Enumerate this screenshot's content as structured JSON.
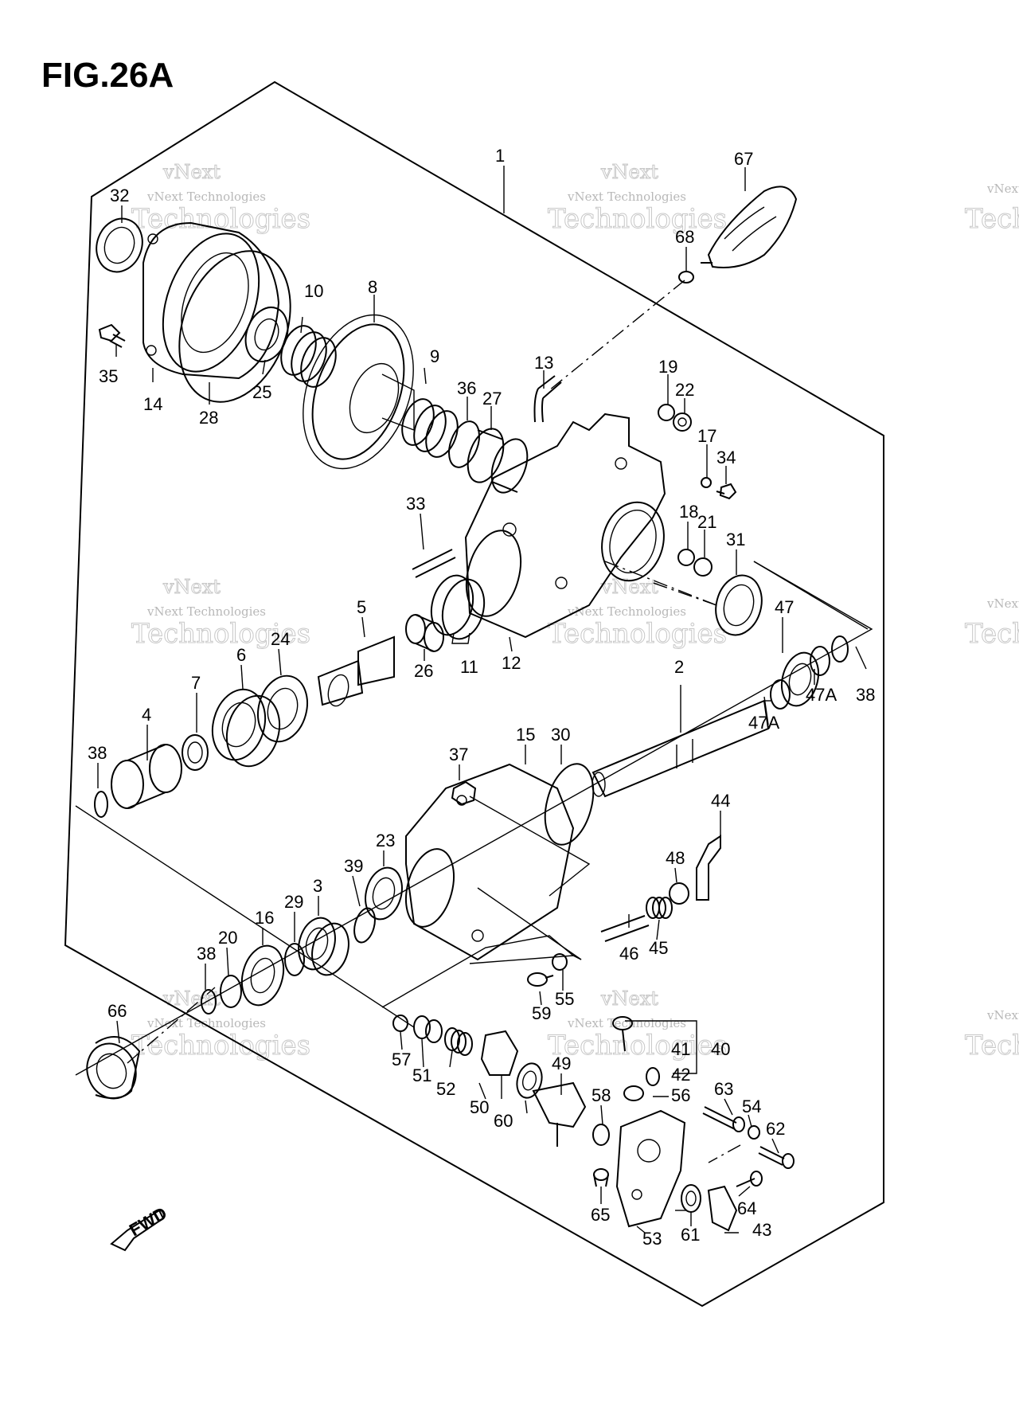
{
  "figure": {
    "title": "FIG.26A",
    "fwd_label": "FWD"
  },
  "watermark": {
    "line1": "vNext",
    "line2": "Technologies",
    "small": "vNext Technologies"
  },
  "labels": {
    "p1": "1",
    "p2": "2",
    "p3": "3",
    "p4": "4",
    "p5": "5",
    "p6": "6",
    "p7": "7",
    "p8": "8",
    "p9": "9",
    "p10": "10",
    "p11": "11",
    "p12": "12",
    "p13": "13",
    "p14": "14",
    "p15": "15",
    "p16": "16",
    "p17": "17",
    "p18": "18",
    "p19": "19",
    "p20": "20",
    "p21": "21",
    "p22": "22",
    "p23": "23",
    "p24": "24",
    "p25": "25",
    "p26": "26",
    "p27": "27",
    "p28": "28",
    "p29": "29",
    "p30": "30",
    "p31": "31",
    "p32": "32",
    "p33": "33",
    "p34": "34",
    "p35": "35",
    "p36": "36",
    "p37": "37",
    "p38a": "38",
    "p38b": "38",
    "p38c": "38",
    "p39": "39",
    "p40": "40",
    "p41": "41",
    "p42": "42",
    "p43": "43",
    "p44": "44",
    "p45": "45",
    "p46": "46",
    "p47": "47",
    "p47a1": "47A",
    "p47a2": "47A",
    "p48": "48",
    "p49": "49",
    "p50": "50",
    "p51": "51",
    "p52": "52",
    "p53": "53",
    "p54": "54",
    "p55": "55",
    "p56": "56",
    "p57": "57",
    "p58": "58",
    "p59": "59",
    "p60": "60",
    "p61": "61",
    "p62": "62",
    "p63": "63",
    "p64": "64",
    "p65": "65",
    "p66": "66",
    "p67": "67",
    "p68": "68"
  }
}
